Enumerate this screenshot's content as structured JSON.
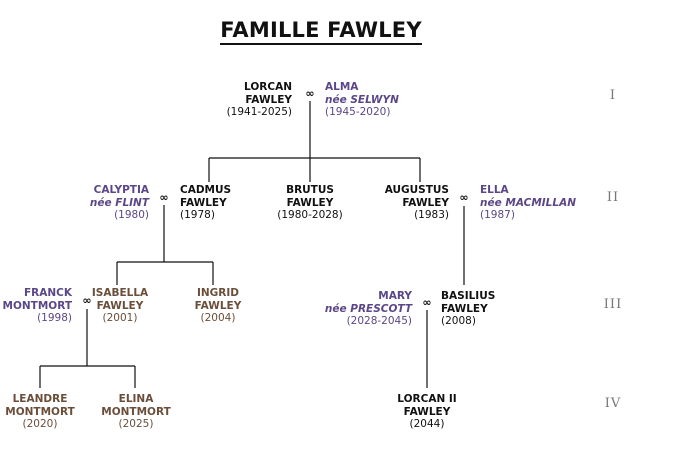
{
  "title": "FAMILLE FAWLEY",
  "marriage_symbol": "∞",
  "generations": [
    "I",
    "II",
    "III",
    "IV"
  ],
  "people": {
    "lorcan": {
      "name": "LORCAN FAWLEY",
      "years": "(1941-2025)"
    },
    "alma": {
      "name": "ALMA",
      "nee": "née SELWYN",
      "years": "(1945-2020)"
    },
    "calyptia": {
      "name": "CALYPTIA",
      "nee": "née FLINT",
      "years": "(1980)"
    },
    "cadmus": {
      "name": "CADMUS FAWLEY",
      "years": "(1978)"
    },
    "brutus": {
      "name": "BRUTUS FAWLEY",
      "years": "(1980-2028)"
    },
    "augustus": {
      "name": "AUGUSTUS FAWLEY",
      "years": "(1983)"
    },
    "ella": {
      "name": "ELLA",
      "nee": "née MACMILLAN",
      "years": "(1987)"
    },
    "franck": {
      "name": "FRANCK MONTMORT",
      "years": "(1998)"
    },
    "isabella": {
      "name": "ISABELLA FAWLEY",
      "years": "(2001)"
    },
    "ingrid": {
      "name": "INGRID FAWLEY",
      "years": "(2004)"
    },
    "mary": {
      "name": "MARY",
      "nee": "née PRESCOTT",
      "years": "(2028-2045)"
    },
    "basilius": {
      "name": "BASILIUS FAWLEY",
      "years": "(2008)"
    },
    "leandre": {
      "name": "LEANDRE MONTMORT",
      "years": "(2020)"
    },
    "elina": {
      "name": "ELINA MONTMORT",
      "years": "(2025)"
    },
    "lorcan2": {
      "name": "LORCAN II FAWLEY",
      "years": "(2044)"
    }
  },
  "colors": {
    "fawley": "#111111",
    "spouse": "#5b4787",
    "montmort": "#6b4e3a",
    "line": "#111111"
  }
}
